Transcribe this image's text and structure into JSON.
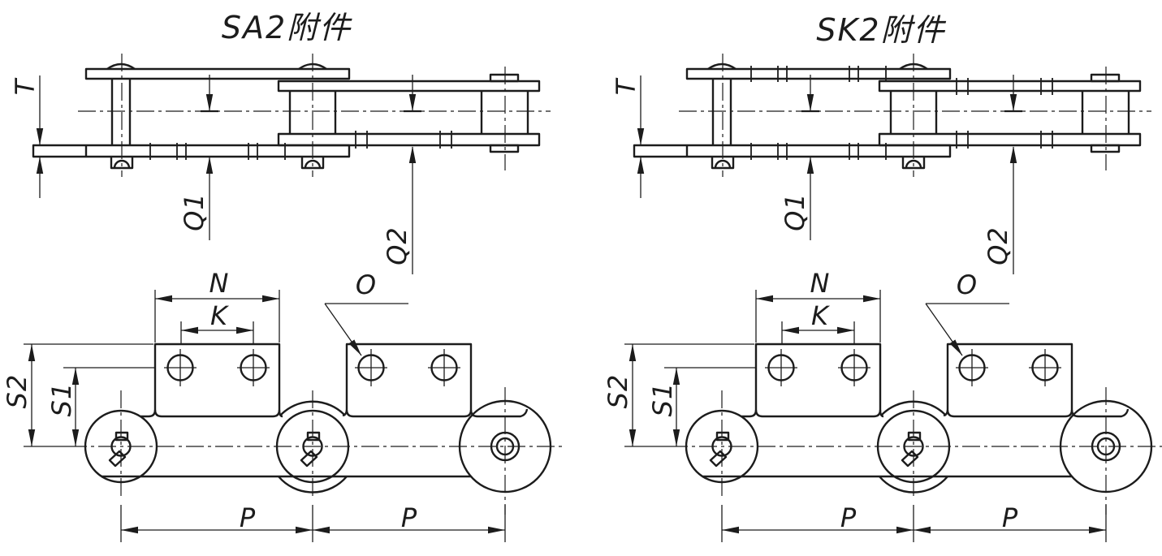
{
  "page": {
    "background": "#ffffff",
    "line_color": "#1c1c1c",
    "description": "Engineering drawing of roller chain attachment links: side elevation and plan view for SA2 and SK2 attachments"
  },
  "figures": [
    {
      "id": "SA2",
      "title": "SA2附件"
    },
    {
      "id": "SK2",
      "title": "SK2附件"
    }
  ],
  "dimension_labels": {
    "plate_thickness": "T",
    "q1": "Q1",
    "q2": "Q2",
    "attachment_width": "N",
    "hole_spacing": "K",
    "hole_mark": "O",
    "s1": "S1",
    "s2": "S2",
    "pitch_left": "P",
    "pitch_right": "P"
  }
}
